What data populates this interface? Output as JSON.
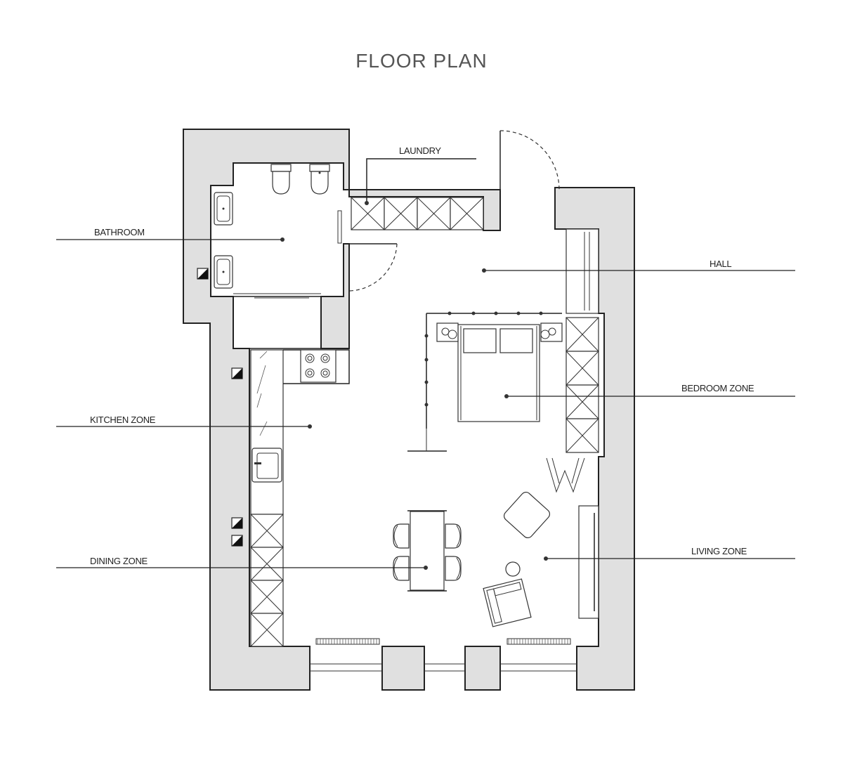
{
  "title": "FLOOR PLAN",
  "labels": {
    "laundry": "LAUNDRY",
    "bathroom": "BATHROOM",
    "hall": "HALL",
    "bedroom": "BEDROOM ZONE",
    "kitchen": "KITCHEN ZONE",
    "dining": "DINING ZONE",
    "living": "LIVING ZONE"
  },
  "colors": {
    "wall_fill": "#e0e0e0",
    "line": "#222222",
    "title": "#555555"
  }
}
